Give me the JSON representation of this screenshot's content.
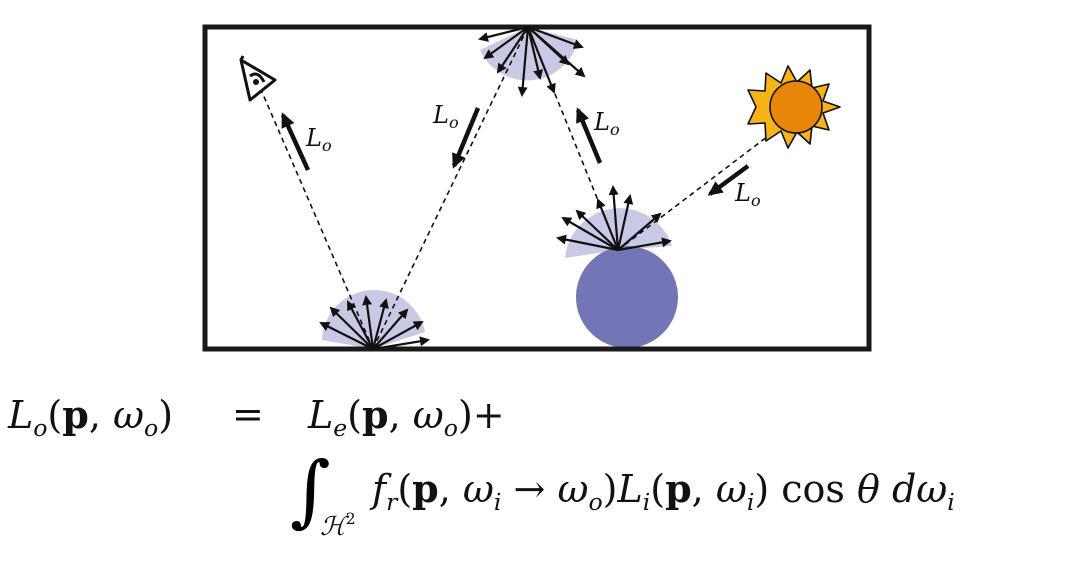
{
  "diagram": {
    "labels": {
      "lo_1": "Lo",
      "lo_2": "Lo",
      "lo_3": "Lo",
      "lo_4": "Lo"
    },
    "colors": {
      "frame": "#1a1a1a",
      "lobe": "#c9c9e6",
      "sphere": "#7475b6",
      "sun_rays": "#f6b418",
      "sun_core": "#e8860a",
      "ray": "#111111"
    },
    "icons": [
      "eye-icon",
      "sun-icon"
    ]
  },
  "equation": {
    "lhs": "Lo(p, ωo)",
    "equals": "=",
    "line1_rhs": "Le(p, ωo)+",
    "integral_symbol": "∫",
    "domain": "H²",
    "integrand": "fr(p, ωi → ωo)Li(p, ωi) cos θ dωi"
  }
}
